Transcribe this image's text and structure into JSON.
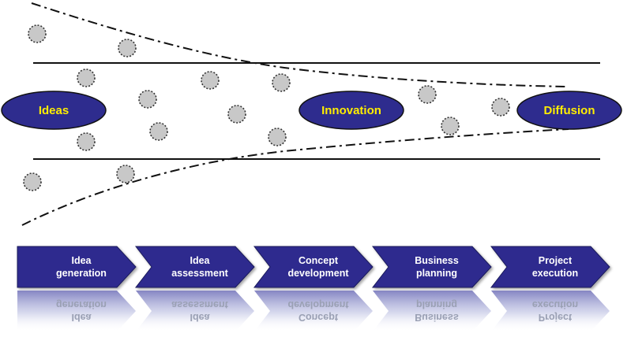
{
  "funnel": {
    "nodes": [
      {
        "label": "Ideas"
      },
      {
        "label": "Innovation"
      },
      {
        "label": "Diffusion"
      }
    ],
    "colors": {
      "ellipse_fill": "#2e2c8e",
      "ellipse_text": "#ffee00",
      "dot_fill": "#c8c8c8",
      "line": "#111111"
    }
  },
  "process": {
    "steps": [
      {
        "line1": "Idea",
        "line2": "generation"
      },
      {
        "line1": "Idea",
        "line2": "assessment"
      },
      {
        "line1": "Concept",
        "line2": "development"
      },
      {
        "line1": "Business",
        "line2": "planning"
      },
      {
        "line1": "Project",
        "line2": "execution"
      }
    ],
    "colors": {
      "arrow_fill": "#2e2c8e",
      "arrow_text": "#ffffff"
    }
  }
}
